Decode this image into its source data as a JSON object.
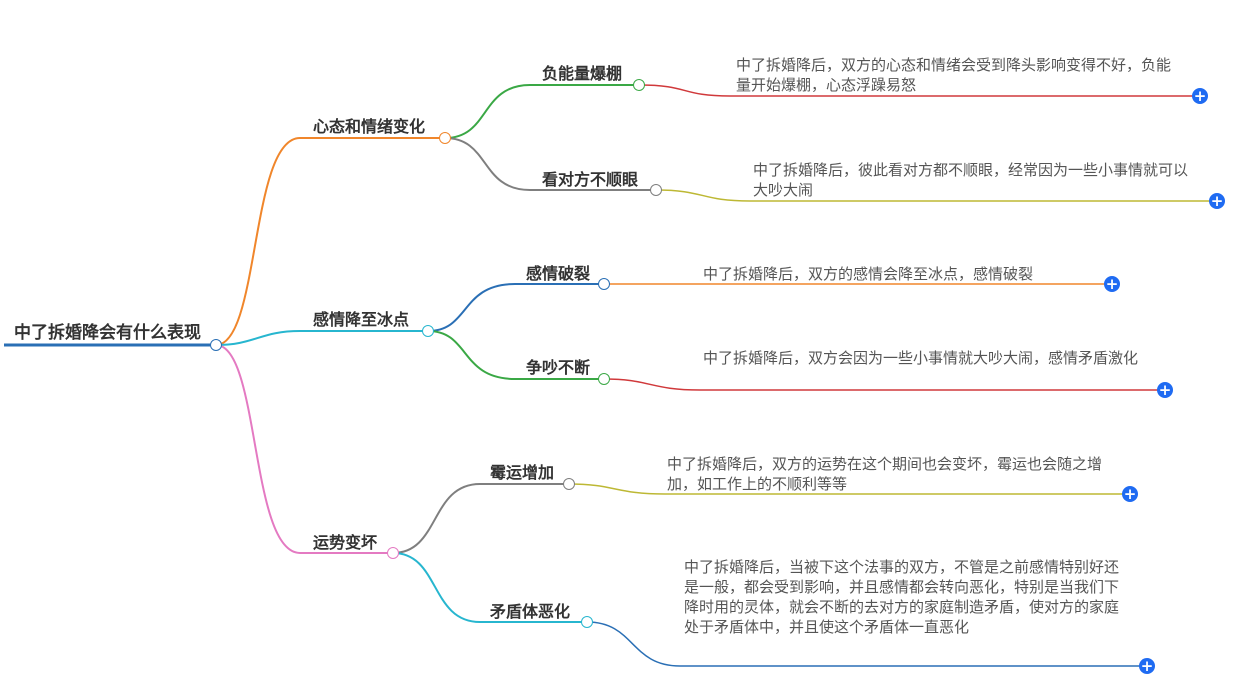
{
  "root": {
    "label": "中了拆婚降会有什么表现",
    "color": "#2a6fb5"
  },
  "branches": [
    {
      "label": "心态和情绪变化",
      "color": "#f0862b",
      "children": [
        {
          "label": "负能量爆棚",
          "color": "#3aa845",
          "text": "中了拆婚降后，双方的心态和情绪会受到降头影响变得不好，负能量开始爆棚，心态浮躁易怒",
          "line_color": "#d0393b"
        },
        {
          "label": "看对方不顺眼",
          "color": "#7f7f7f",
          "text": "中了拆婚降后，彼此看对方都不顺眼，经常因为一些小事情就可以大吵大闹",
          "line_color": "#bdb834"
        }
      ]
    },
    {
      "label": "感情降至冰点",
      "color": "#27b6cf",
      "children": [
        {
          "label": "感情破裂",
          "color": "#2a6fb5",
          "text": "中了拆婚降后，双方的感情会降至冰点，感情破裂",
          "line_color": "#f0862b"
        },
        {
          "label": "争吵不断",
          "color": "#3aa845",
          "text": "中了拆婚降后，双方会因为一些小事情就大吵大闹，感情矛盾激化",
          "line_color": "#d0393b"
        }
      ]
    },
    {
      "label": "运势变坏",
      "color": "#e47ac2",
      "children": [
        {
          "label": "霉运增加",
          "color": "#7f7f7f",
          "text": "中了拆婚降后，双方的运势在这个期间也会变坏，霉运也会随之增加，如工作上的不顺利等等",
          "line_color": "#bdb834"
        },
        {
          "label": "矛盾体恶化",
          "color": "#27b6cf",
          "text": "中了拆婚降后，当被下这个法事的双方，不管是之前感情特别好还是一般，都会受到影响，并且感情都会转向恶化，特别是当我们下降时用的灵体，就会不断的去对方的家庭制造矛盾，使对方的家庭处于矛盾体中，并且使这个矛盾体一直恶化",
          "line_color": "#2a6fb5"
        }
      ]
    }
  ],
  "expand_symbol": "+",
  "accent": "#1f6bf2"
}
